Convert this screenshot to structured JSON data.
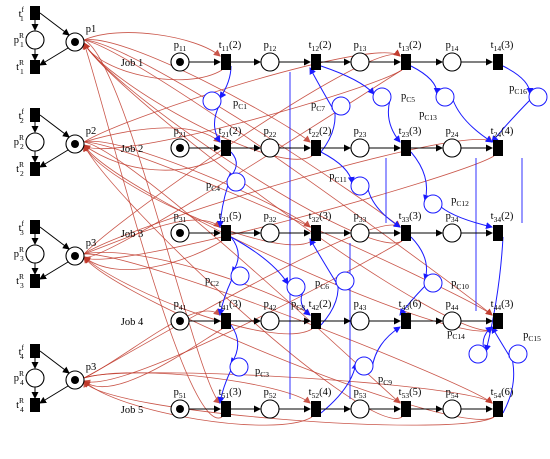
{
  "jobs": [
    {
      "label": "Job 1",
      "places": [
        "p11",
        "p12",
        "p13",
        "p14"
      ],
      "transitions": [
        "t11(2)",
        "t12(2)",
        "t13(2)",
        "t14(3)"
      ]
    },
    {
      "label": "Job 2",
      "places": [
        "p21",
        "p22",
        "p23",
        "p24"
      ],
      "transitions": [
        "t21(2)",
        "t22(2)",
        "t23(3)",
        "t24(4)"
      ]
    },
    {
      "label": "Job 3",
      "places": [
        "p31",
        "p32",
        "p33",
        "p34"
      ],
      "transitions": [
        "t31(5)",
        "t32(3)",
        "t33(3)",
        "t34(2)"
      ]
    },
    {
      "label": "Job 4",
      "places": [
        "p41",
        "p42",
        "p43",
        "p44"
      ],
      "transitions": [
        "t41(3)",
        "t42(2)",
        "t43(6)",
        "t44(3)"
      ]
    },
    {
      "label": "Job 5",
      "places": [
        "p51",
        "p52",
        "p53",
        "p54"
      ],
      "transitions": [
        "t51(3)",
        "t52(4)",
        "t53(5)",
        "t54(6)"
      ]
    }
  ],
  "machines": [
    {
      "tf_base": "t",
      "tf_sub": "1",
      "tf_sup": "f",
      "pR_base": "p",
      "pR_sub": "1",
      "pR_sup": "R",
      "tR_base": "t",
      "tR_sub": "1",
      "tR_sup": "R",
      "place": "p1"
    },
    {
      "tf_base": "t",
      "tf_sub": "2",
      "tf_sup": "f",
      "pR_base": "p",
      "pR_sub": "2",
      "pR_sup": "R",
      "tR_base": "t",
      "tR_sub": "2",
      "tR_sup": "R",
      "place": "p2"
    },
    {
      "tf_base": "t",
      "tf_sub": "3",
      "tf_sup": "f",
      "pR_base": "p",
      "pR_sub": "3",
      "pR_sup": "R",
      "tR_base": "t",
      "tR_sub": "3",
      "tR_sup": "R",
      "place": "p3"
    },
    {
      "tf_base": "t",
      "tf_sub": "4",
      "tf_sup": "f",
      "pR_base": "p",
      "pR_sub": "4",
      "pR_sup": "R",
      "tR_base": "t",
      "tR_sub": "4",
      "tR_sup": "R",
      "place": "p3"
    }
  ],
  "control_places": [
    "pC1",
    "pC2",
    "pC3",
    "pC4",
    "pC5",
    "pC6",
    "pC7",
    "pC8",
    "pC9",
    "pC10",
    "pC11",
    "pC12",
    "pC13",
    "pC14",
    "pC15",
    "pC16"
  ],
  "colors": {
    "job_arc": "#000000",
    "control_arc": "#1a1aff",
    "resource_arc": "#c0392b",
    "token": "#000000"
  }
}
